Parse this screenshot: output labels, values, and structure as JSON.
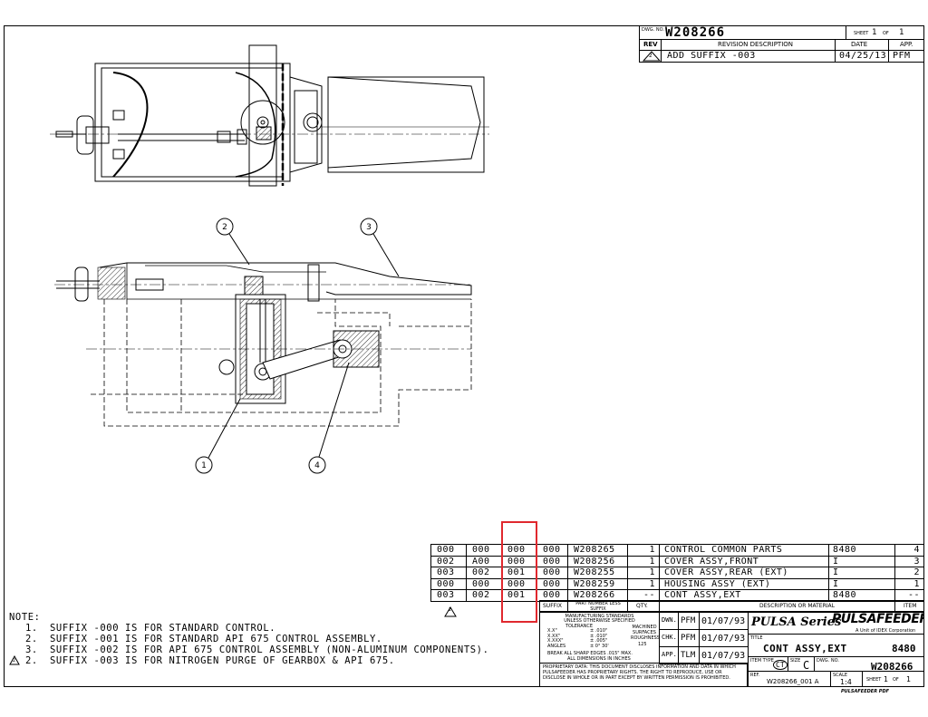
{
  "title_block": {
    "dwg_no_label": "DWG. NO.",
    "dwg_no": "W208266",
    "sheet_label": "SHEET",
    "sheet_num": "1",
    "of_label": "OF",
    "sheet_total": "1"
  },
  "revision": {
    "headers": {
      "rev": "REV",
      "description": "REVISION DESCRIPTION",
      "date": "DATE",
      "app": "APP."
    },
    "rows": [
      {
        "rev": "2",
        "description": "ADD SUFFIX -003",
        "date": "04/25/13",
        "app": "PFM"
      }
    ]
  },
  "balloons": [
    "1",
    "2",
    "3",
    "4"
  ],
  "bom": {
    "rows": [
      [
        "000",
        "000",
        "000",
        "000",
        "W208265",
        "1",
        "CONTROL COMMON PARTS",
        "8480",
        "4"
      ],
      [
        "002",
        "A00",
        "000",
        "000",
        "W208256",
        "1",
        "COVER ASSY,FRONT",
        "I",
        "3"
      ],
      [
        "003",
        "002",
        "001",
        "000",
        "W208255",
        "1",
        "COVER ASSY,REAR (EXT)",
        "I",
        "2"
      ],
      [
        "000",
        "000",
        "000",
        "000",
        "W208259",
        "1",
        "HOUSING ASSY (EXT)",
        "I",
        "1"
      ],
      [
        "003",
        "002",
        "001",
        "000",
        "W208266",
        "--",
        "CONT ASSY,EXT",
        "8480",
        "--"
      ]
    ],
    "footer": {
      "suffix": "SUFFIX",
      "part_number": "PART NUMBER LESS SUFFIX",
      "qty": "QTY.",
      "description": "DESCRIPTION OR MATERIAL",
      "item": "ITEM"
    },
    "rev_mark": "2"
  },
  "notes": {
    "heading": "NOTE:",
    "items": [
      {
        "num": "1.",
        "text": "SUFFIX -000 IS FOR STANDARD CONTROL."
      },
      {
        "num": "2.",
        "text": "SUFFIX -001 IS FOR STANDARD API 675 CONTROL ASSEMBLY."
      },
      {
        "num": "3.",
        "text": "SUFFIX -002 IS FOR API 675 CONTROL ASSEMBLY (NON-ALUMINUM COMPONENTS)."
      },
      {
        "num": "2.",
        "text": "SUFFIX -003 IS FOR NITROGEN PURGE OF GEARBOX & API 675.",
        "rev_mark": "2"
      }
    ]
  },
  "tolerance": {
    "title1": "MANUFACTURING STANDARDS",
    "title2": "UNLESS OTHERWISE SPECIFIED",
    "tolerance_label": "TOLERANCE",
    "rows": [
      {
        "k": "X.X\"",
        "v": "± .010\""
      },
      {
        "k": "X.XX\"",
        "v": "± .010\""
      },
      {
        "k": "X.XXX\"",
        "v": "± .005\""
      },
      {
        "k": "ANGLES",
        "v": "± 0° 30'"
      }
    ],
    "machined": "MACHINED SURFACES ROUGHNESS",
    "roughness": "125",
    "break_edges": "BREAK ALL SHARP EDGES .015\" MAX.",
    "dims": "ALL DIMENSIONS IN INCHES",
    "proprietary": "PROPRIETARY DATA: THIS DOCUMENT DISCLOSES INFORMATION AND DATA IN WHICH PULSAFEEDER HAS PROPRIETARY RIGHTS. THE RIGHT TO REPRODUCE, USE OR DISCLOSE IN WHOLE OR IN PART EXCEPT BY WRITTEN PERMISSION IS PROHIBITED."
  },
  "approvals": [
    {
      "label": "DWN.",
      "by": "PFM",
      "date": "01/07/93"
    },
    {
      "label": "CHK.",
      "by": "PFM",
      "date": "01/07/93"
    },
    {
      "label": "APP.",
      "by": "TLM",
      "date": "01/07/93"
    }
  ],
  "logo": {
    "series": "PULSA Series",
    "brand": "PULSAFEEDER",
    "unit": "A Unit of IDEX Corporation",
    "footer": "PULSAFEEDER PDF"
  },
  "title_info": {
    "title_label": "TITLE",
    "title": "CONT ASSY,EXT",
    "number": "8480",
    "item_type_label": "ITEM TYPE",
    "item_type": "CT",
    "size_label": "SIZE",
    "size": "C",
    "dwg_no_label": "DWG. NO.",
    "dwg_no": "W208266",
    "ref_label": "REF.",
    "ref": "W208266_001 A",
    "scale_label": "SCALE",
    "scale": "1:4",
    "sheet_label": "SHEET",
    "sheet_num": "1",
    "of_label": "OF",
    "sheet_total": "1"
  },
  "colors": {
    "line": "#000000",
    "highlight": "#e0282e"
  }
}
